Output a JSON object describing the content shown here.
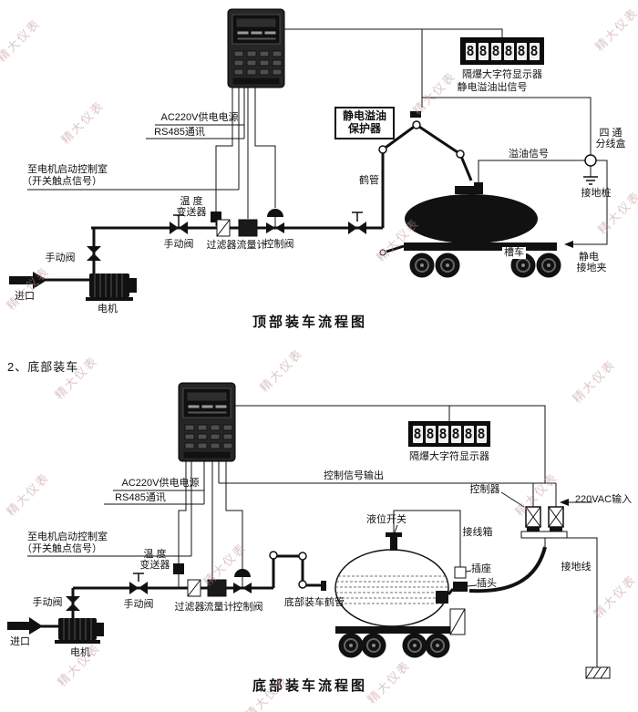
{
  "watermark": {
    "text": "精大仪表"
  },
  "section2_label": "2、底部装车",
  "top": {
    "title": "顶部装车流程图",
    "display": {
      "label": "隔爆大字符显示器",
      "digits": [
        "8",
        "8",
        "8",
        "8",
        "8",
        "8"
      ]
    },
    "labels": {
      "static_out_signal": "静电溢油出信号",
      "protector_line1": "静电溢油",
      "protector_line2": "保护器",
      "ac_power": "AC220V供电电源",
      "rs485": "RS485通讯",
      "control_room_line1": "至电机启动控制室",
      "control_room_line2": "（开关触点信号）",
      "temp_line1": "温 度",
      "temp_line2": "变送器",
      "manual_valve_pipe": "手动阀",
      "manual_valve_riser": "手动阀",
      "filter": "过滤器",
      "flow_meter": "流量计",
      "control_valve": "控制阀",
      "crane_pipe": "鹤管",
      "overflow_signal": "溢油信号",
      "junction_line1": "四 通",
      "junction_line2": "分线盒",
      "ground_pile": "接地桩",
      "static_clamp_line1": "静电",
      "static_clamp_line2": "接地夹",
      "tank_truck": "槽车",
      "inlet": "进口",
      "motor": "电机"
    }
  },
  "bottom": {
    "title": "底部装车流程图",
    "display": {
      "label": "隔爆大字符显示器",
      "digits": [
        "8",
        "8",
        "8",
        "8",
        "8",
        "8"
      ]
    },
    "labels": {
      "control_signal_out": "控制信号输出",
      "controller": "控制器",
      "vac_input": "220VAC输入",
      "ac_power": "AC220V供电电源",
      "rs485": "RS485通讯",
      "control_room_line1": "至电机启动控制室",
      "control_room_line2": "（开关触点信号）",
      "temp_line1": "温 度",
      "temp_line2": "变送器",
      "manual_valve_pipe": "手动阀",
      "manual_valve_riser": "手动阀",
      "filter": "过滤器",
      "flow_meter": "流量计",
      "control_valve": "控制阀",
      "bottom_crane_pipe": "底部装车鹤管",
      "level_switch": "液位开关",
      "junction_box": "接线箱",
      "socket": "插座",
      "plug": "插头",
      "ground_wire": "接地线",
      "inlet": "进口",
      "motor": "电机"
    }
  }
}
